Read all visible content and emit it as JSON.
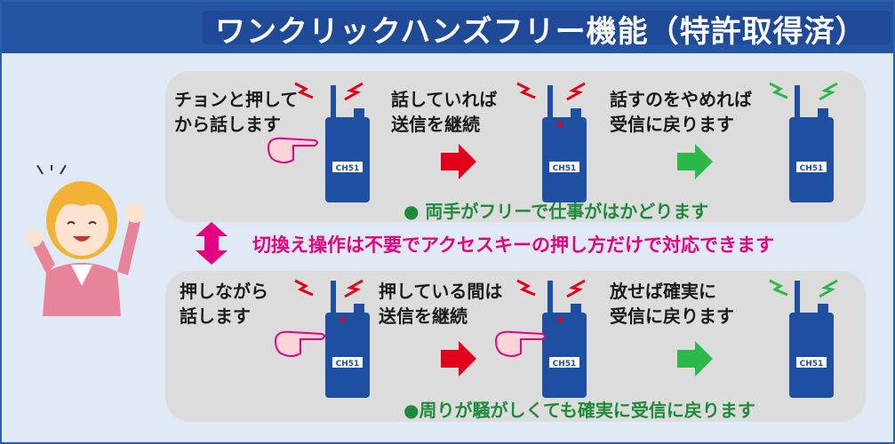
{
  "title": "ワンクリックハンズフリー機能（特許取得済）",
  "top_panel": {
    "step1_line1": "チョンと押して",
    "step1_line2": "から話します",
    "step2_line1": "話していれば",
    "step2_line2": "送信を継続",
    "step3_line1": "話すのをやめれば",
    "step3_line2": "受信に戻ります",
    "caption": "● 両手がフリーで仕事がはかどります"
  },
  "middle_text": "切換え操作は不要でアクセスキーの押し方だけで対応できます",
  "bottom_panel": {
    "step1_line1": "押しながら",
    "step1_line2": "話します",
    "step2_line1": "押している間は",
    "step2_line2": "送信を継続",
    "step3_line1": "放せば確実に",
    "step3_line2": "受信に戻ります",
    "caption": "●周りが騒がしくても確実に受信に戻ります"
  },
  "radio_label": "CH51",
  "colors": {
    "title_bg": "#2455a4",
    "frame_bg": "#dfeaf6",
    "panel_bg": "#dcdcdc",
    "radio_blue": "#1e4fa0",
    "arrow_red": "#e0001b",
    "arrow_green": "#2db84a",
    "caption_green": "#1f8a3a",
    "middle_pink": "#e4007f"
  },
  "icons": [
    "radio-icon",
    "transmit-signal-icon",
    "receive-signal-icon",
    "pointing-hand-icon",
    "right-arrow-icon",
    "swap-arrow-icon",
    "person-icon"
  ]
}
